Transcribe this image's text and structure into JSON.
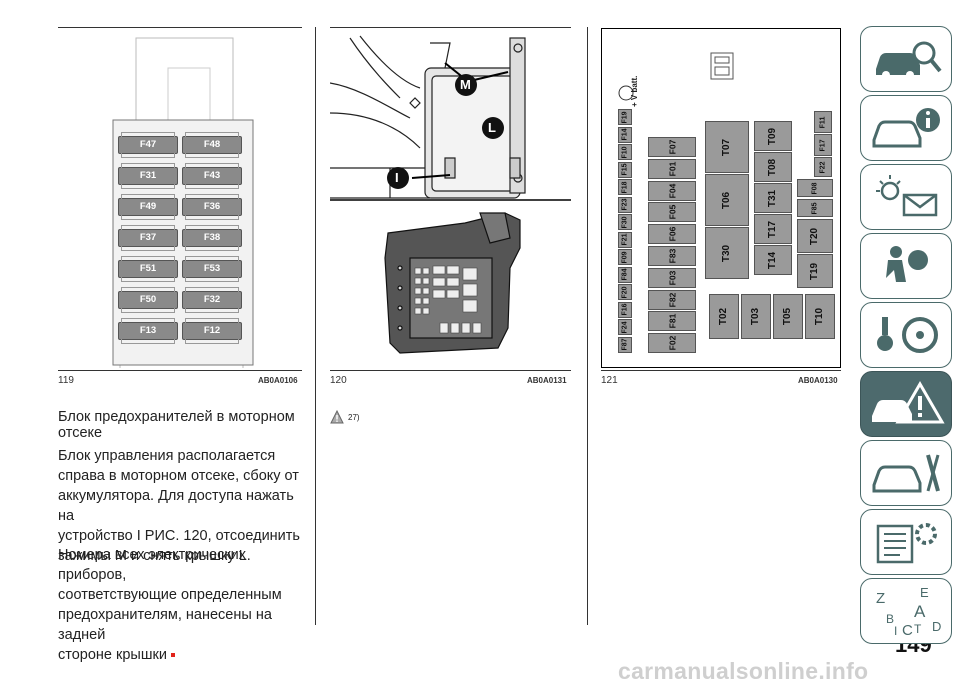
{
  "page": {
    "number": "149",
    "watermark": "carmanualsonline.info"
  },
  "figures": [
    {
      "number": "119",
      "code": "AB0A0106"
    },
    {
      "number": "120",
      "code": "AB0A0131"
    },
    {
      "number": "121",
      "code": "AB0A0130"
    }
  ],
  "fig119": {
    "left_column": [
      "F47",
      "F31",
      "F49",
      "F37",
      "F51",
      "F50",
      "F13"
    ],
    "right_column": [
      "F48",
      "F43",
      "F36",
      "F38",
      "F53",
      "F32",
      "F12"
    ]
  },
  "fig120": {
    "callouts": {
      "m": "M",
      "l": "L",
      "i": "I"
    }
  },
  "fig121": {
    "vbatt_label": "+ V batt.",
    "col_a": [
      "F19",
      "F14",
      "F10",
      "F15",
      "F18",
      "F23",
      "F30",
      "F21",
      "F09",
      "F84",
      "F20",
      "F16",
      "F24",
      "F87"
    ],
    "col_b": [
      "F07",
      "F01",
      "F04",
      "F05",
      "F06",
      "F83",
      "F03",
      "F82",
      "F81",
      "F02"
    ],
    "relays_top": [
      "T07",
      "T06",
      "T30"
    ],
    "relays_mid": [
      "T09",
      "T08",
      "T31",
      "T17",
      "T14"
    ],
    "relays_right": [
      "T20",
      "T19"
    ],
    "relays_bottom": [
      "T02",
      "T03",
      "T05",
      "T10"
    ],
    "small_right": [
      "F11",
      "F17",
      "F22",
      "F08",
      "F85"
    ]
  },
  "text": {
    "heading": "Блок предохранителей в моторном отсеке",
    "paragraph1": [
      "Блок управления располагается",
      "справа в моторном отсеке, сбоку от",
      "аккумулятора. Для доступа нажать на",
      "устройство I РИС. 120, отсоединить",
      "зажимы M и снять крышку L."
    ],
    "paragraph2": [
      "Номера всех электрических приборов,",
      "соответствующие определенным",
      "предохранителям, нанесены на задней",
      "стороне крышки"
    ],
    "warning_ref": "27)"
  },
  "nav": [
    {
      "icon": "car-search-icon"
    },
    {
      "icon": "car-info-icon"
    },
    {
      "icon": "warning-lights-icon"
    },
    {
      "icon": "airbag-person-icon"
    },
    {
      "icon": "steering-key-icon"
    },
    {
      "icon": "car-accident-icon"
    },
    {
      "icon": "car-tools-icon"
    },
    {
      "icon": "specs-gear-icon"
    },
    {
      "icon": "alphabet-index-icon"
    }
  ],
  "nav_letters": [
    "Z",
    "E",
    "A",
    "B",
    "I",
    "C",
    "T",
    "D"
  ],
  "colors": {
    "accent": "#e2231a",
    "nav_active": "#4d6a6d",
    "nav_border": "#4a6a6a"
  }
}
